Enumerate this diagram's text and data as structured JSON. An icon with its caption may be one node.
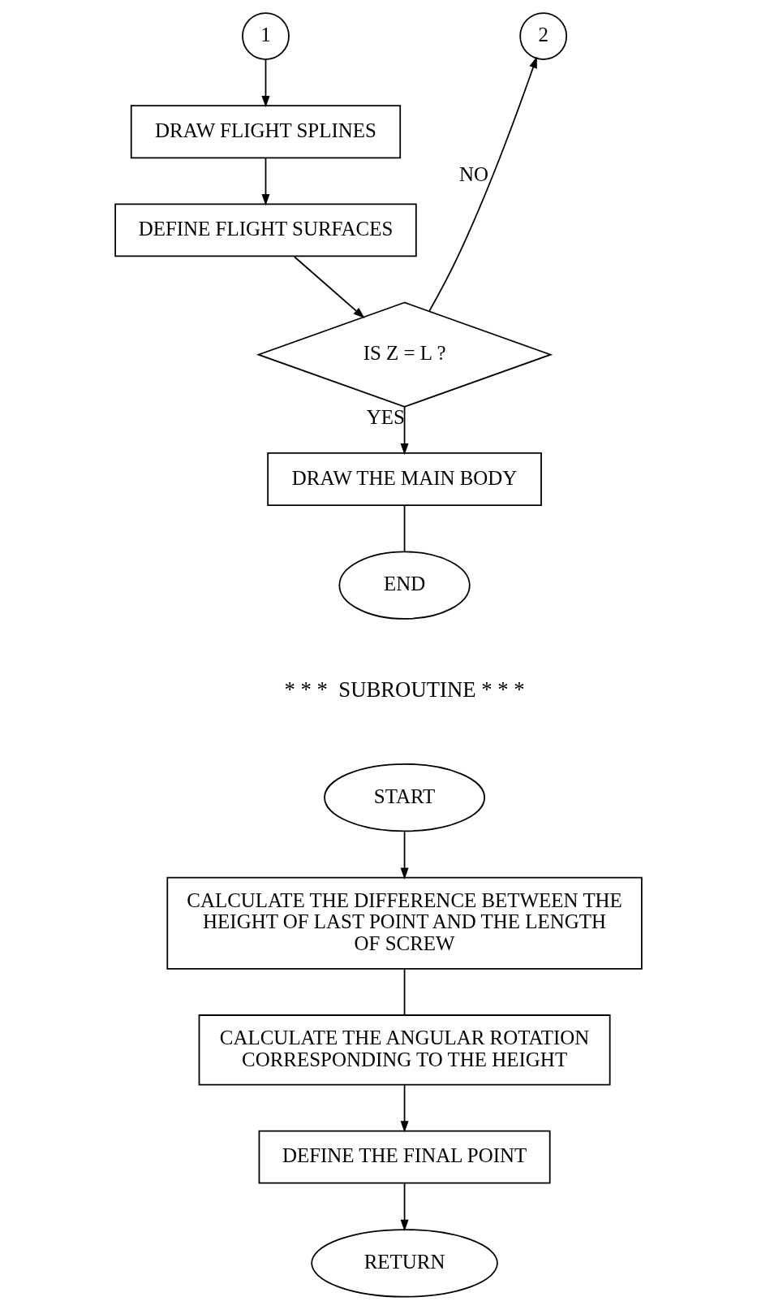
{
  "diagram": {
    "nodes": [
      {
        "text": [
          "1"
        ]
      },
      {
        "text": [
          "2"
        ]
      },
      {
        "text": [
          "DRAW FLIGHT SPLINES"
        ]
      },
      {
        "text": [
          "DEFINE FLIGHT SURFACES"
        ]
      },
      {
        "text": [
          "IS Z = L ?"
        ]
      },
      {
        "text": [
          "DRAW THE MAIN BODY"
        ]
      },
      {
        "text": [
          "END"
        ]
      },
      {
        "text": [
          "START"
        ]
      },
      {
        "text": [
          "CALCULATE THE DIFFERENCE BETWEEN THE HEIGHT OF LAST POINT AND THE LENGTH OF SCREW"
        ]
      },
      {
        "text": [
          "CALCULATE THE ANGULAR ROTATION CORRESPONDING TO THE HEIGHT"
        ]
      },
      {
        "text": [
          "DEFINE THE FINAL POINT"
        ]
      },
      {
        "text": [
          "RETURN"
        ]
      }
    ],
    "edges": [
      {
        "from": 0,
        "to": 2,
        "arrow": "to"
      },
      {
        "from": 2,
        "to": 3,
        "arrow": "to"
      },
      {
        "from": 3,
        "to": 4,
        "arrow": "to"
      },
      {
        "from": 4,
        "to": 5,
        "arrow": "to",
        "label": "YES"
      },
      {
        "from": 4,
        "to": 1,
        "arrow": "to",
        "label": "NO"
      },
      {
        "from": 5,
        "to": 6,
        "arrow": "none"
      },
      {
        "from": 7,
        "to": 8,
        "arrow": "to"
      },
      {
        "from": 8,
        "to": 9,
        "arrow": "none"
      },
      {
        "from": 9,
        "to": 10,
        "arrow": "to"
      },
      {
        "from": 10,
        "to": 11,
        "arrow": "to"
      }
    ],
    "labels": [
      "* * *  SUBROUTINE * * *"
    ]
  }
}
